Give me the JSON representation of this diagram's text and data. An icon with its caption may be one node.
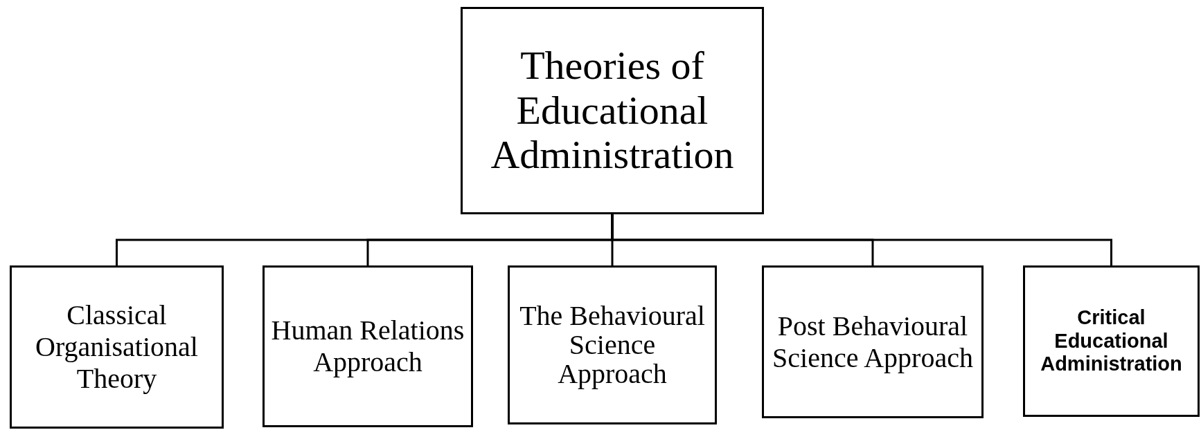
{
  "diagram": {
    "nodes": [
      {
        "text": [
          "Theories of Educational Administration"
        ]
      },
      {
        "text": [
          "Classical Organisational Theory"
        ]
      },
      {
        "text": [
          "Human Relations Approach"
        ]
      },
      {
        "text": [
          "The Behavioural Science Approach"
        ]
      },
      {
        "text": [
          "Post Behavioural Science Approach"
        ]
      },
      {
        "text": [
          "Critical Educational Administration"
        ]
      }
    ],
    "edges": [
      {
        "from": 0,
        "to": 1,
        "arrow": "none"
      },
      {
        "from": 0,
        "to": 2,
        "arrow": "none"
      },
      {
        "from": 0,
        "to": 3,
        "arrow": "none"
      },
      {
        "from": 0,
        "to": 4,
        "arrow": "none"
      },
      {
        "from": 0,
        "to": 5,
        "arrow": "none"
      }
    ]
  }
}
